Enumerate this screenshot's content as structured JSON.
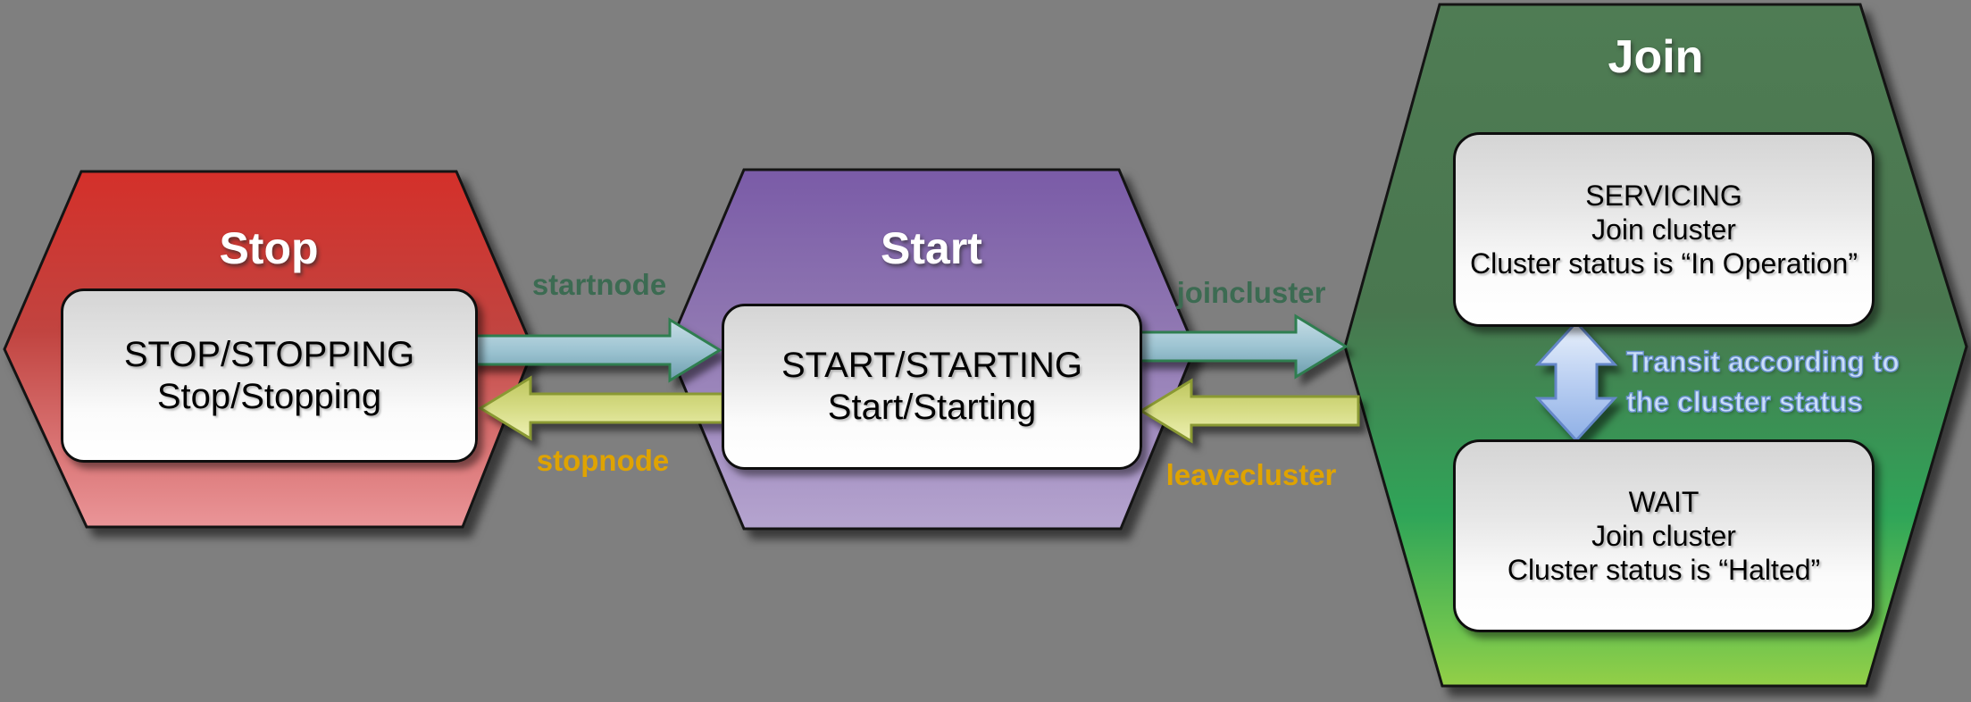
{
  "background": "#7F7F7F",
  "stop": {
    "title": "Stop",
    "state": {
      "line1": "STOP/STOPPING",
      "line2": "Stop/Stopping"
    }
  },
  "start": {
    "title": "Start",
    "state": {
      "line1": "START/STARTING",
      "line2": "Start/Starting"
    }
  },
  "join": {
    "title": "Join",
    "servicing": {
      "line1": "SERVICING",
      "line2": "Join cluster",
      "line3": "Cluster status is “In Operation”"
    },
    "wait": {
      "line1": "WAIT",
      "line2": "Join cluster",
      "line3": "Cluster status is “Halted”"
    }
  },
  "transitions": {
    "startnode": "startnode",
    "stopnode": "stopnode",
    "joincluster": "joincluster",
    "leavecluster": "leavecluster",
    "transit": {
      "line1": "Transit according to",
      "line2": "the cluster status"
    }
  },
  "colors": {
    "hex_stop": {
      "top": "#D4302A",
      "mid": "#C14440",
      "bottom": "#EA9598"
    },
    "hex_start": {
      "top": "#7A5BA7",
      "mid": "#9078B2",
      "bottom": "#B5A4CF"
    },
    "hex_join": {
      "top": "#4F7C54",
      "mid": "#49774F",
      "bright": "#2FA558",
      "light": "#6EC44F",
      "bottom": "#93CF47"
    },
    "arrow_teal": {
      "top": "#C8DDE5",
      "mid": "#9DC4D2",
      "bottom": "#6C9DAD",
      "stroke": "#2F7E50"
    },
    "arrow_yellow": {
      "top": "#BFC75F",
      "mid": "#D6DC85",
      "bottom": "#EEF1B4",
      "stroke": "#8A9933"
    },
    "arrow_blue": {
      "top": "#E9F1FB",
      "mid": "#BACFF2",
      "bottom": "#8FB0E6",
      "stroke": "#6487C8"
    },
    "label_node_cmd": "#3C6B52",
    "label_stop_cmd": "#DFA300",
    "transit_fill": "#CBDFF8",
    "transit_outline": "#6A91CE",
    "box_border": "#0E0E0E"
  }
}
